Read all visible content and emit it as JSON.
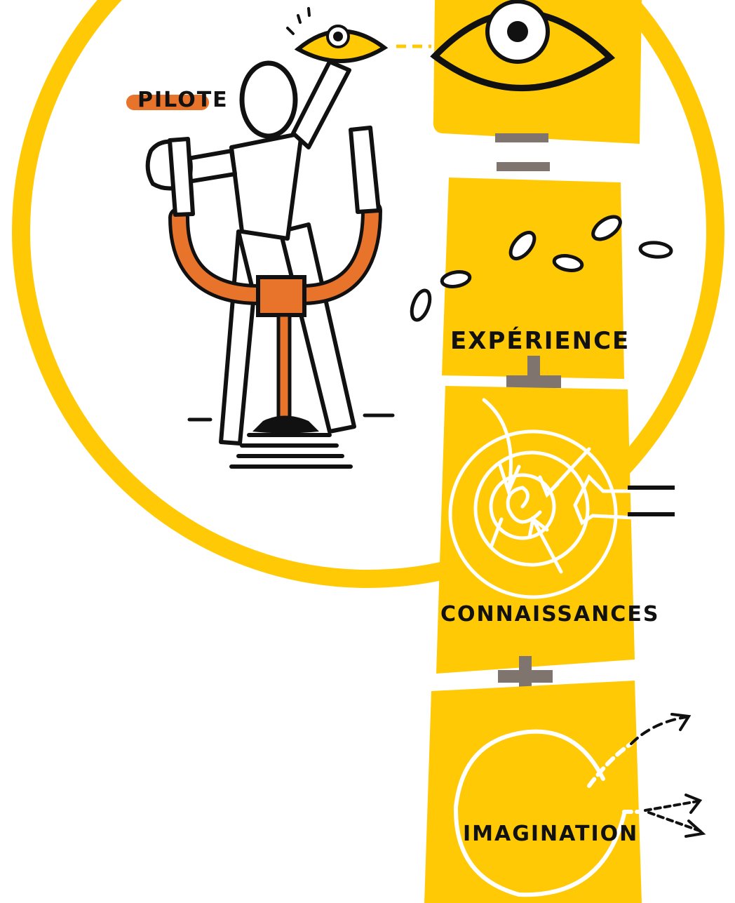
{
  "colors": {
    "yellow": "#FFC906",
    "orange": "#E8732A",
    "ink": "#111111",
    "grey_symbol": "#7F756E",
    "white": "#ffffff"
  },
  "labels": {
    "pilote": "PILOTE",
    "experience": "EXPÉRIENCE",
    "connaissances": "CONNAISSANCES",
    "imagination": "IMAGINATION"
  },
  "symbols": {
    "equals": "=",
    "plus_1": "+",
    "plus_2": "+"
  },
  "icons": {
    "card_1": "eye-icon",
    "card_2": "footprints-icon",
    "card_3": "spiral-target-icon",
    "card_4": "open-circle-icon"
  }
}
